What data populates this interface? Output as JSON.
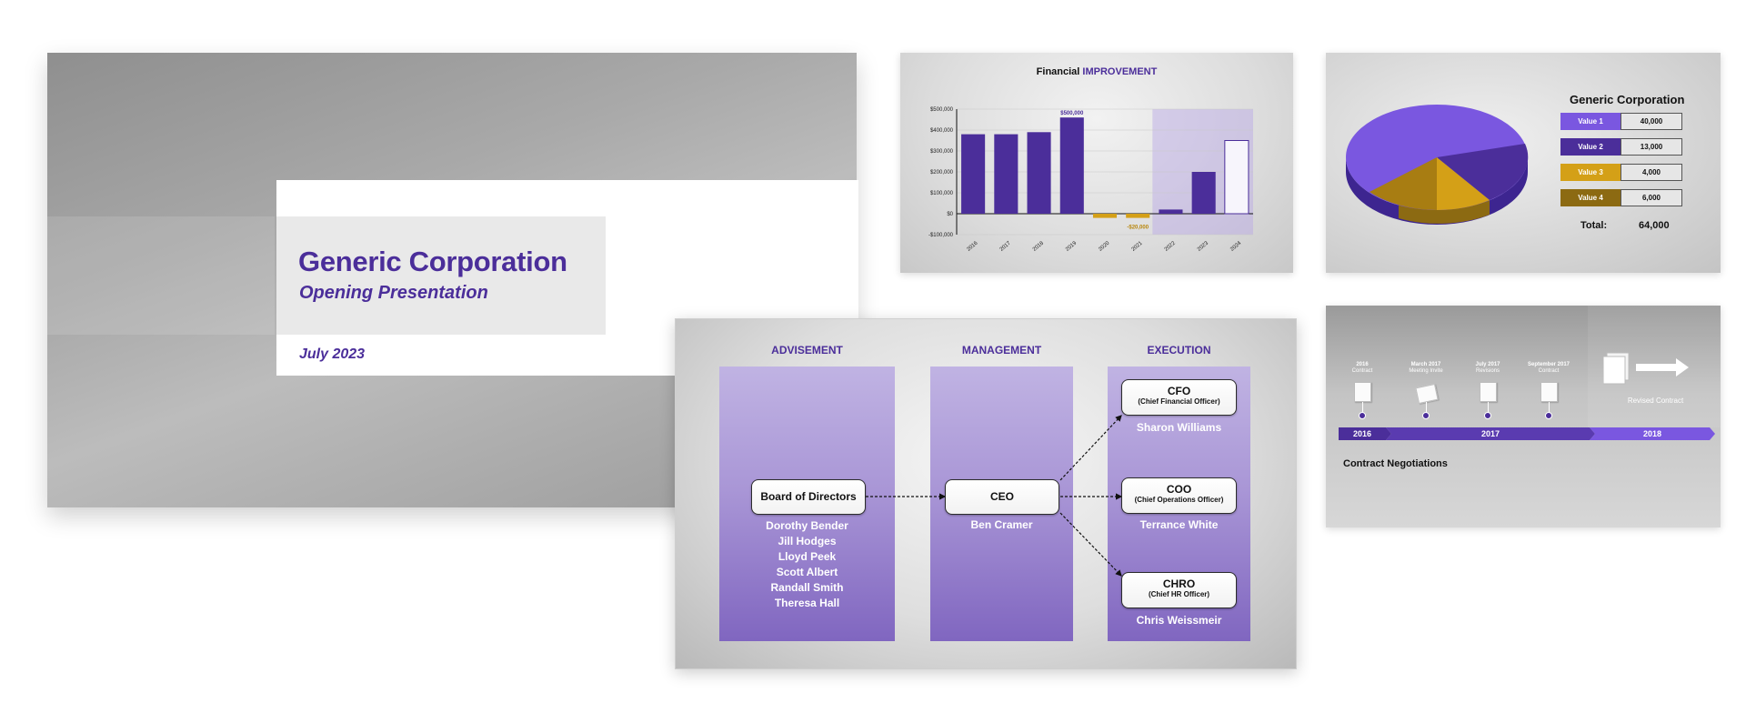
{
  "title_slide": {
    "title": "Generic Corporation",
    "subtitle": "Opening Presentation",
    "date": "July 2023"
  },
  "colors": {
    "brand_purple": "#4b2e9a",
    "accent_purple": "#7a57e0",
    "gold": "#d4a017",
    "dark_gold": "#8c6a12"
  },
  "financial_slide": {
    "title_part1": "Financial ",
    "title_part2": "IMPROVEMENT"
  },
  "chart_data": {
    "type": "bar",
    "title": "Financial IMPROVEMENT",
    "categories": [
      "2016",
      "2017",
      "2018",
      "2019",
      "2020",
      "2021",
      "2022",
      "2023",
      "2024"
    ],
    "values": [
      380000,
      380000,
      390000,
      460000,
      -20000,
      -20000,
      20000,
      200000,
      350000
    ],
    "ylim": [
      -100000,
      500000
    ],
    "y_ticks": [
      "$500,000",
      "$400,000",
      "$300,000",
      "$200,000",
      "$100,000",
      "$0",
      "-$100,000"
    ],
    "annotations": [
      "$500,000",
      "-$20,000"
    ],
    "xlabel": "",
    "ylabel": "",
    "grid": true
  },
  "pie_slide": {
    "title": "Generic Corporation",
    "legend": [
      {
        "label": "Value 1",
        "value": "40,000",
        "color": "#7a57e0"
      },
      {
        "label": "Value 2",
        "value": "13,000",
        "color": "#4b2e9a"
      },
      {
        "label": "Value 3",
        "value": "4,000",
        "color": "#d4a017"
      },
      {
        "label": "Value 4",
        "value": "6,000",
        "color": "#8c6a12"
      }
    ],
    "total_label": "Total:",
    "total_value": "64,000"
  },
  "org_slide": {
    "col1_header": "ADVISEMENT",
    "col2_header": "MANAGEMENT",
    "col3_header": "EXECUTION",
    "board": "Board of Directors",
    "board_members": [
      "Dorothy Bender",
      "Jill Hodges",
      "Lloyd Peek",
      "Scott Albert",
      "Randall Smith",
      "Theresa Hall"
    ],
    "ceo": "CEO",
    "ceo_name": "Ben Cramer",
    "cfo": "CFO",
    "cfo_full": "(Chief Financial Officer)",
    "cfo_name": "Sharon Williams",
    "coo": "COO",
    "coo_full": "(Chief Operations Officer)",
    "coo_name": "Terrance White",
    "chro": "CHRO",
    "chro_full": "(Chief HR Officer)",
    "chro_name": "Chris Weissmeir"
  },
  "timeline_slide": {
    "milestones": [
      {
        "date": "2016",
        "label": "Contract"
      },
      {
        "date": "March 2017",
        "label": "Meeting Invite"
      },
      {
        "date": "July 2017",
        "label": "Revisions"
      },
      {
        "date": "September 2017",
        "label": "Contract"
      }
    ],
    "revised_contract": "Revised Contract",
    "years": [
      "2016",
      "2017",
      "2018"
    ],
    "caption": "Contract Negotiations"
  }
}
